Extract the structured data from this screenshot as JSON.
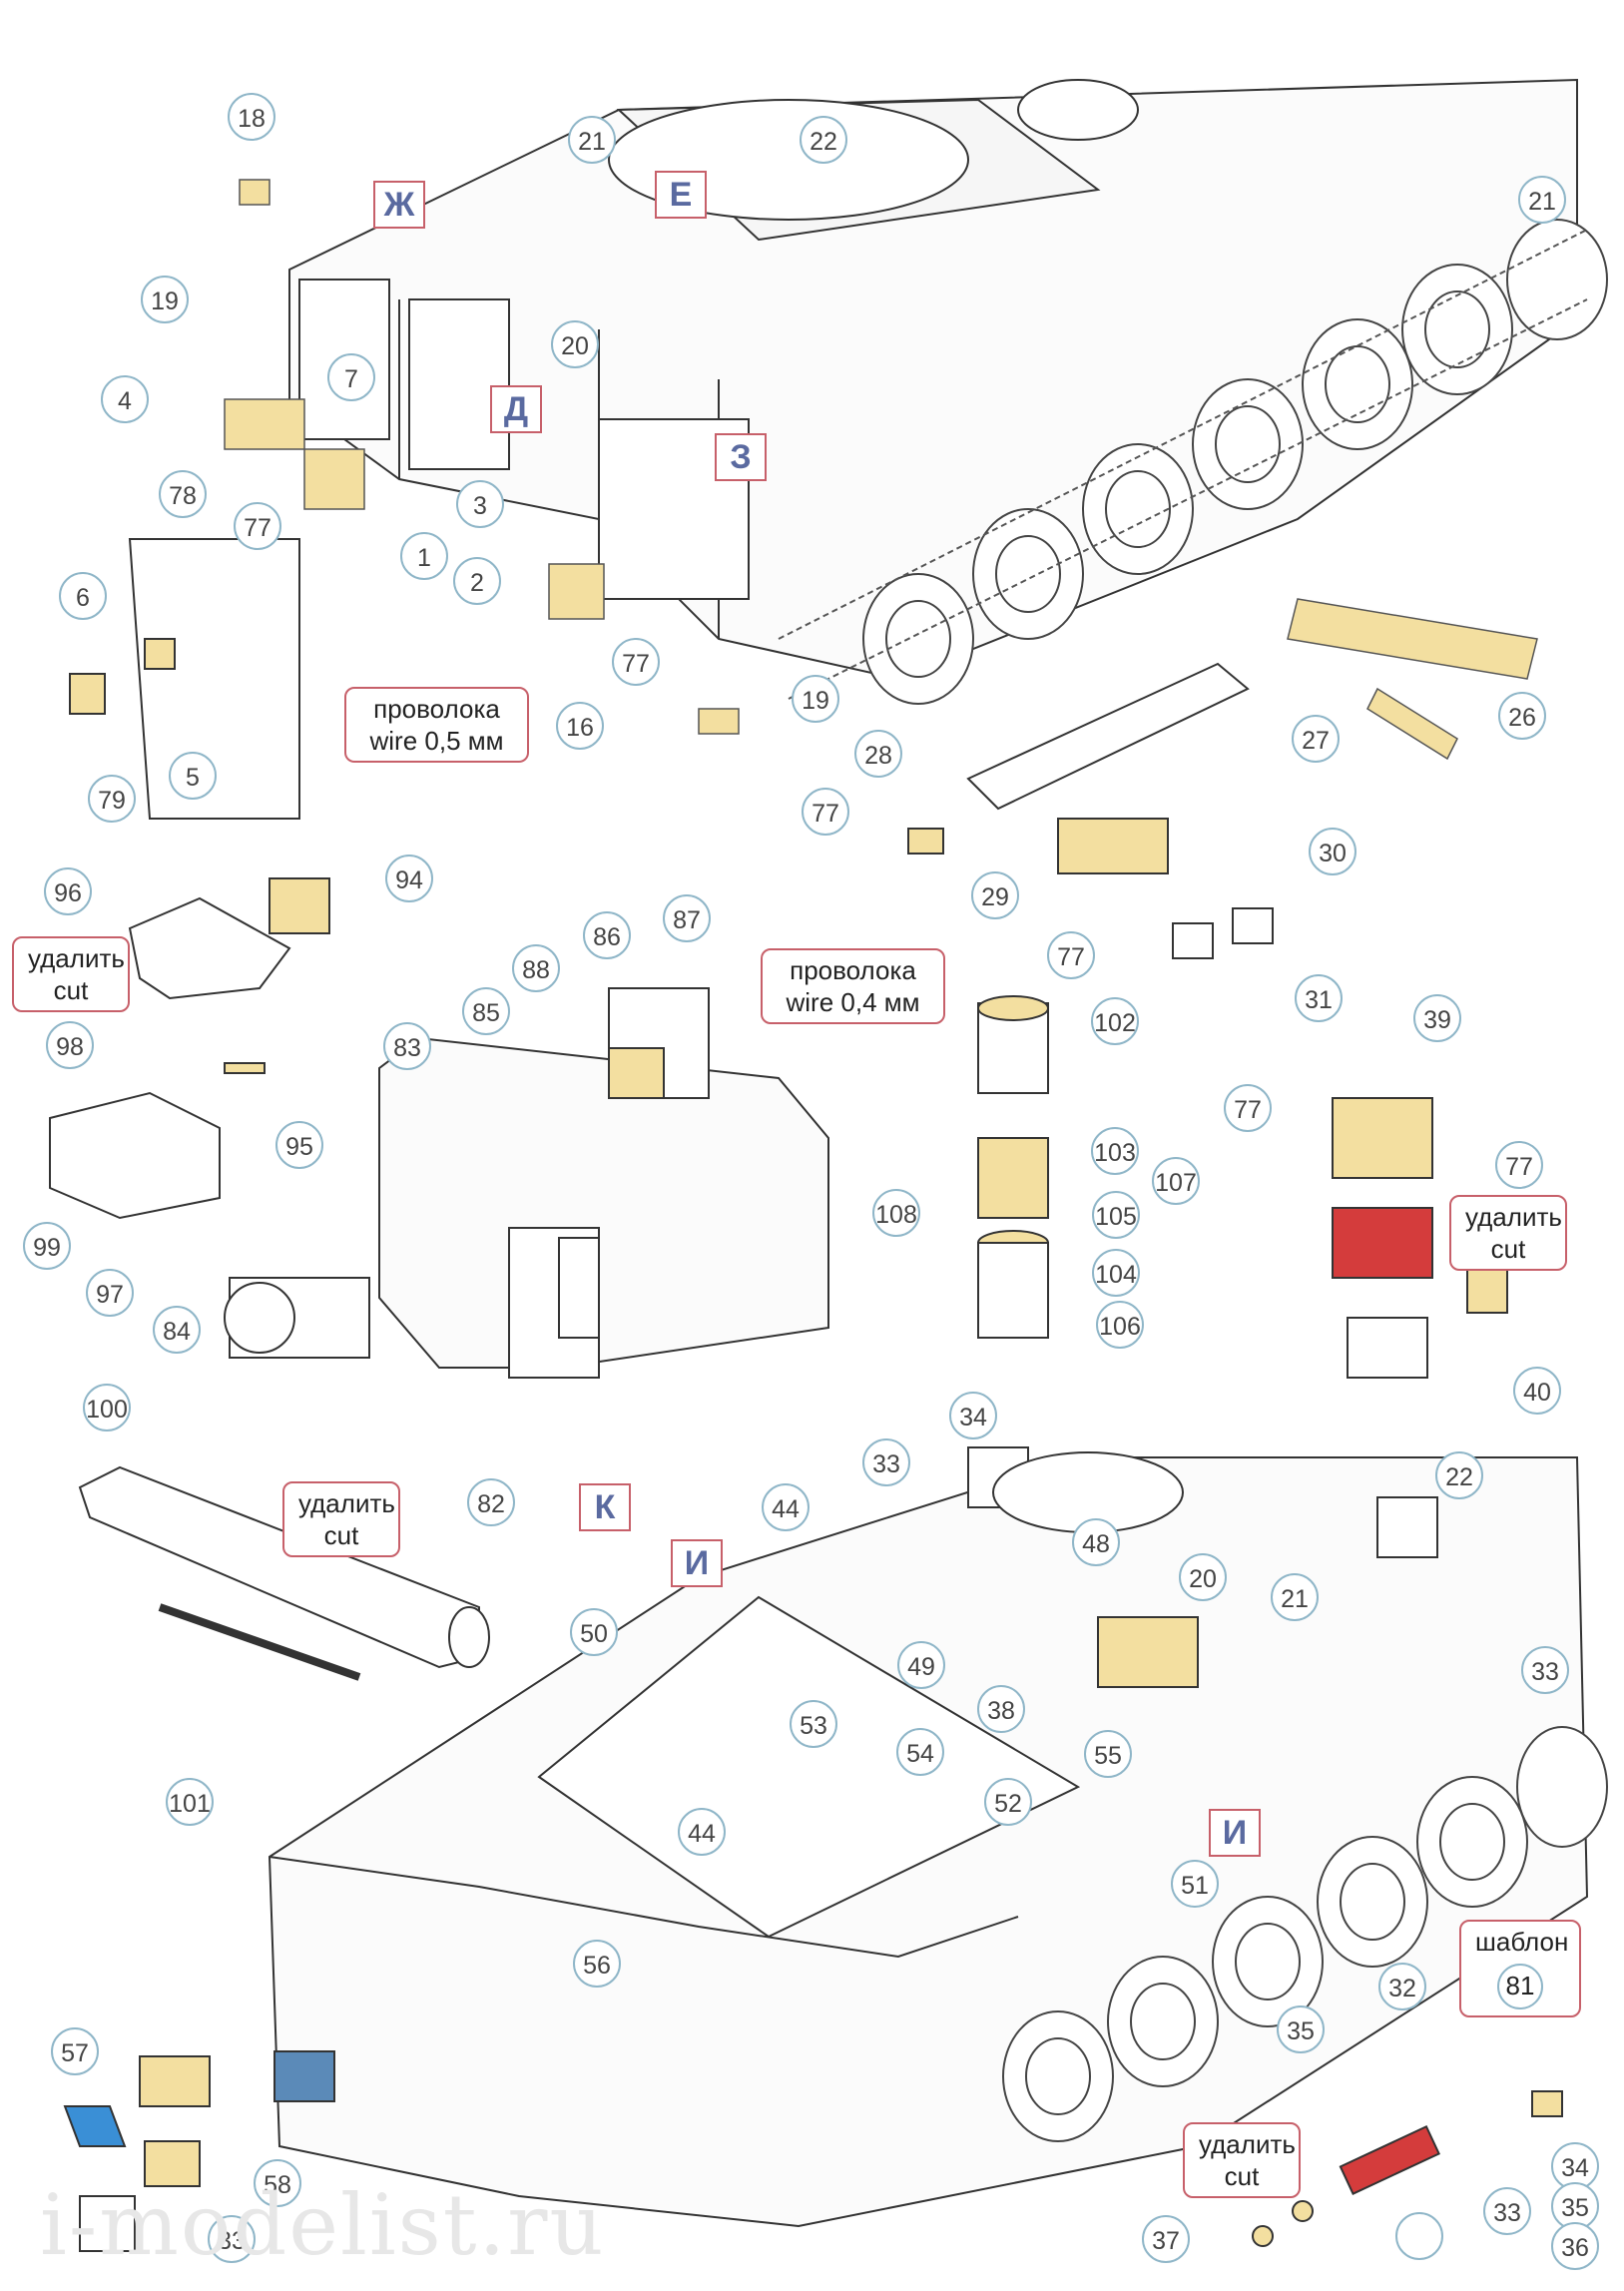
{
  "watermark": "i-modelist.ru",
  "section_markers": [
    {
      "id": "zh",
      "text": "Ж"
    },
    {
      "id": "e",
      "text": "Е"
    },
    {
      "id": "d",
      "text": "Д"
    },
    {
      "id": "z",
      "text": "З"
    },
    {
      "id": "k",
      "text": "К"
    },
    {
      "id": "i1",
      "text": "И"
    },
    {
      "id": "i2",
      "text": "И"
    }
  ],
  "notes": {
    "wire05": {
      "line1": "проволока",
      "line2": "wire 0,5 мм"
    },
    "wire04": {
      "line1": "проволока",
      "line2": "wire 0,4 мм"
    },
    "cut1": {
      "line1": "удалить",
      "line2": "cut"
    },
    "cut2": {
      "line1": "удалить",
      "line2": "cut"
    },
    "cut3": {
      "line1": "удалить",
      "line2": "cut"
    },
    "cut4": {
      "line1": "удалить",
      "line2": "cut"
    },
    "template": {
      "line1": "шаблон",
      "line2": "81"
    }
  },
  "part_numbers": [
    "18",
    "21",
    "22",
    "21",
    "19",
    "4",
    "7",
    "20",
    "78",
    "77",
    "3",
    "1",
    "2",
    "77",
    "6",
    "5",
    "79",
    "16",
    "19",
    "26",
    "28",
    "77",
    "27",
    "29",
    "30",
    "77",
    "31",
    "94",
    "96",
    "86",
    "87",
    "88",
    "85",
    "83",
    "98",
    "99",
    "97",
    "95",
    "102",
    "103",
    "107",
    "105",
    "104",
    "106",
    "108",
    "39",
    "77",
    "77",
    "40",
    "84",
    "82",
    "100",
    "101",
    "34",
    "33",
    "44",
    "22",
    "48",
    "20",
    "21",
    "33",
    "50",
    "49",
    "38",
    "55",
    "53",
    "54",
    "52",
    "44",
    "51",
    "56",
    "57",
    "58",
    "33",
    "35",
    "32",
    "33",
    "34",
    "35",
    "36",
    "37"
  ]
}
